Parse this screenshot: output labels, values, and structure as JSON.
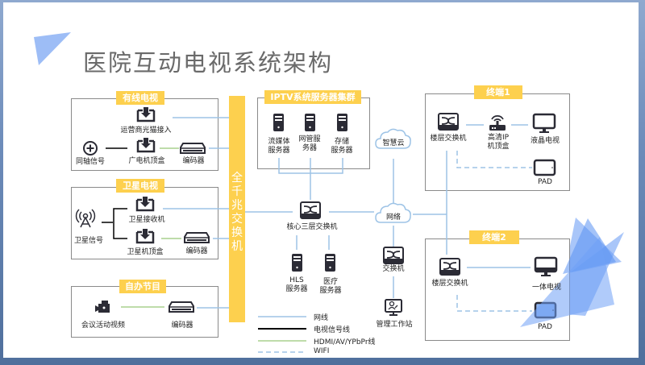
{
  "title": "医院互动电视系统架构",
  "backbone": {
    "label": "全\n千\n兆\n交\n换\n机"
  },
  "groups": {
    "cable_tv": {
      "tag": "有线电视",
      "operator_access": "运营商光猫接入",
      "coax_signal": "同轴信号",
      "settop_box": "广电机顶盒",
      "encoder": "编码器"
    },
    "satellite_tv": {
      "tag": "卫星电视",
      "satellite_signal": "卫星信号",
      "receiver": "卫星接收机",
      "settop_box": "卫星机顶盒",
      "encoder": "编码器"
    },
    "self_program": {
      "tag": "自办节目",
      "meeting_video": "会议活动视频",
      "encoder": "编码器"
    },
    "iptv_cluster": {
      "tag": "IPTV系统服务器集群",
      "servers": [
        {
          "label": "流媒体\n服务器"
        },
        {
          "label": "网管服\n务器"
        },
        {
          "label": "存储\n服务器"
        }
      ]
    },
    "terminal1": {
      "tag": "终端1",
      "floor_switch": "楼层交换机",
      "hd_ip_box": "高清IP\n机顶盒",
      "lcd_tv": "液晶电视",
      "pad": "PAD"
    },
    "terminal2": {
      "tag": "终端2",
      "floor_switch": "楼层交换机",
      "all_in_one_tv": "一体电视",
      "pad": "PAD"
    }
  },
  "core": {
    "core_switch": "核心三层交换机",
    "hls_server": "HLS\n服务器",
    "medical_server": "医疗\n服务器",
    "smart_cloud": "智慧云",
    "network": "网络",
    "switch": "交换机",
    "admin_workstation": "管理工作站"
  },
  "legend": [
    {
      "label": "网线",
      "style": "network-cable",
      "color": "#9dc3e6"
    },
    {
      "label": "电视信号线",
      "style": "tv-signal",
      "color": "#000000"
    },
    {
      "label": "HDMI/AV/YPbPr线",
      "style": "hdmi",
      "color": "#a9d18e"
    },
    {
      "label": "WIFI",
      "style": "wifi-dashed",
      "color": "#9dc3e6"
    }
  ],
  "colors": {
    "accent_yellow": "#fdd04e",
    "line_blue": "#9dc3e6",
    "line_green": "#a9d18e",
    "icon_dark": "#2b2b35",
    "decor_blue": "#6fa0f5"
  }
}
